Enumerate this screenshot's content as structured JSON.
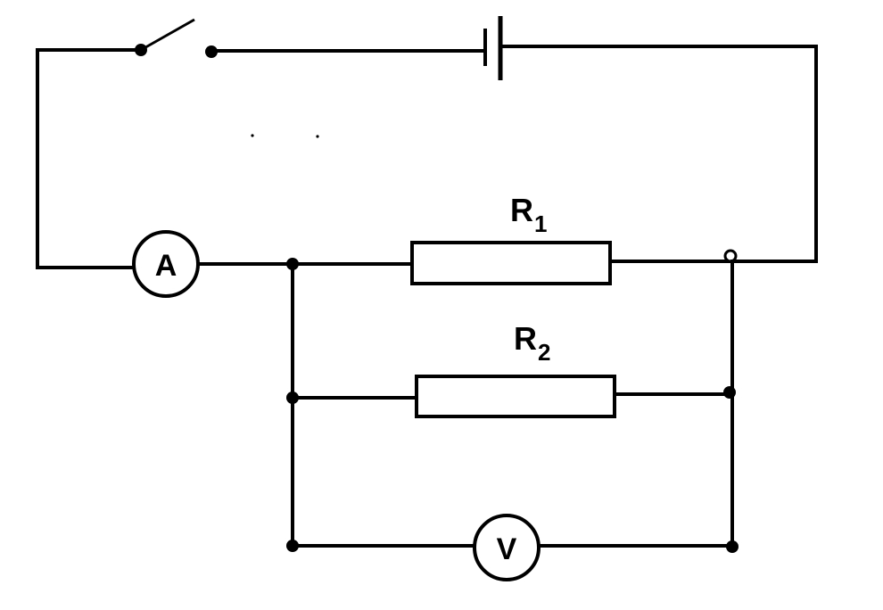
{
  "diagram": {
    "components": {
      "switch": {
        "state": "open"
      },
      "battery": {
        "symbol": "cell"
      },
      "ammeter": {
        "label": "A"
      },
      "voltmeter": {
        "label": "V"
      },
      "resistor_1": {
        "label": "R",
        "subscript": "1"
      },
      "resistor_2": {
        "label": "R",
        "subscript": "2"
      }
    }
  }
}
